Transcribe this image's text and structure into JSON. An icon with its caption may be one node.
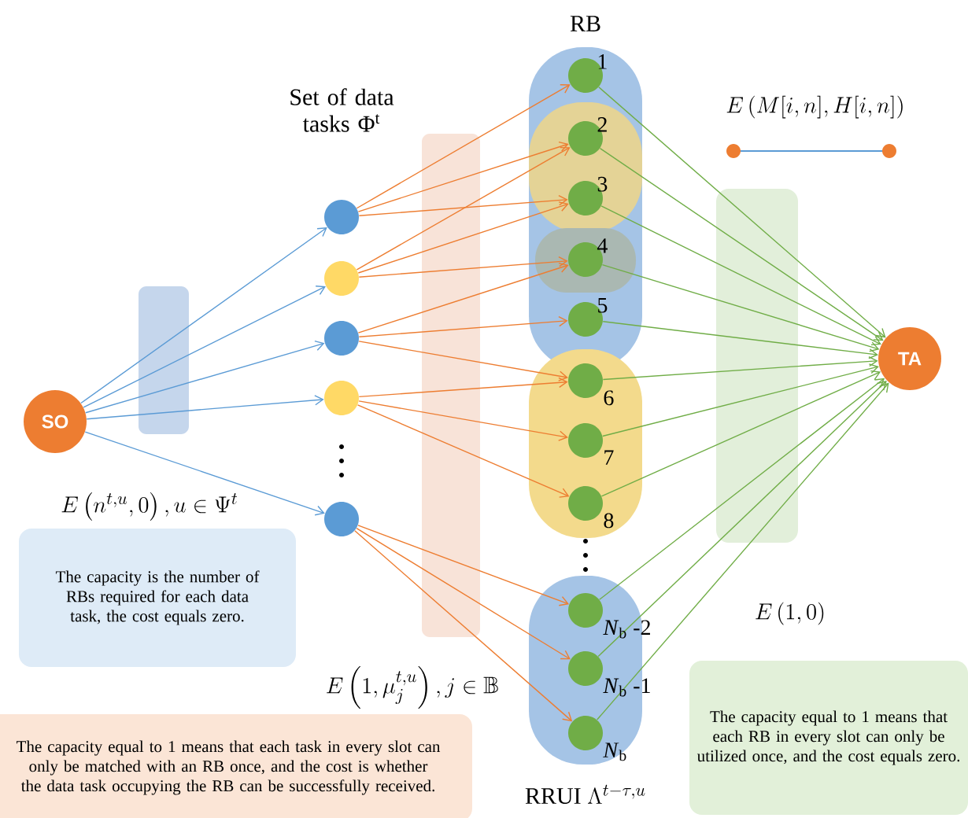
{
  "diagram": {
    "nodes": [
      {
        "text": [
          "SO"
        ]
      },
      {
        "text": [
          "TA"
        ]
      },
      {
        "text": [],
        "shape": "circle"
      },
      {
        "text": [],
        "shape": "circle"
      },
      {
        "text": [],
        "shape": "circle"
      },
      {
        "text": [],
        "shape": "circle"
      },
      {
        "text": [],
        "shape": "circle"
      },
      {
        "text": [],
        "shape": "circle",
        "beside": [
          "1"
        ]
      },
      {
        "text": [],
        "shape": "circle",
        "beside": [
          "2"
        ]
      },
      {
        "text": [],
        "shape": "circle",
        "beside": [
          "3"
        ]
      },
      {
        "text": [],
        "shape": "circle",
        "beside": [
          "4"
        ]
      },
      {
        "text": [],
        "shape": "circle",
        "beside": [
          "5"
        ]
      },
      {
        "text": [],
        "shape": "circle",
        "beside": [
          "6"
        ]
      },
      {
        "text": [],
        "shape": "circle",
        "beside": [
          "7"
        ]
      },
      {
        "text": [],
        "shape": "circle",
        "beside": [
          "8"
        ]
      },
      {
        "text": [],
        "shape": "circle",
        "beside": [
          "*N*$_{b}$ -2"
        ]
      },
      {
        "text": [],
        "shape": "circle",
        "beside": [
          "*N*$_{b}$ -1"
        ]
      },
      {
        "text": [],
        "shape": "circle",
        "beside": [
          "*N*$_{b}$"
        ]
      },
      {
        "text": [
          "The capacity is the number of RBs required for each data task, the cost equals zero."
        ]
      },
      {
        "text": [
          "The capacity equal to 1 means that each task in every slot can only be matched with an RB once, and the cost is whether the data task occupying the RB can be successfully received."
        ]
      },
      {
        "text": [
          "The capacity equal to 1 means that each RB in every slot can only be utilized once, and the cost equals zero."
        ]
      }
    ],
    "edges": [
      {
        "from": 0,
        "to": 2,
        "arrow": "to",
        "color": "#5b9bd5"
      },
      {
        "from": 0,
        "to": 3,
        "arrow": "to",
        "color": "#5b9bd5"
      },
      {
        "from": 0,
        "to": 4,
        "arrow": "to",
        "color": "#5b9bd5"
      },
      {
        "from": 0,
        "to": 5,
        "arrow": "to",
        "color": "#5b9bd5"
      },
      {
        "from": 0,
        "to": 6,
        "arrow": "to",
        "color": "#5b9bd5"
      },
      {
        "from": 2,
        "to": 7,
        "arrow": "to",
        "color": "#ed7d31"
      },
      {
        "from": 2,
        "to": 8,
        "arrow": "to",
        "color": "#ed7d31"
      },
      {
        "from": 2,
        "to": 9,
        "arrow": "to",
        "color": "#ed7d31"
      },
      {
        "from": 3,
        "to": 8,
        "arrow": "to",
        "color": "#ed7d31"
      },
      {
        "from": 3,
        "to": 9,
        "arrow": "to",
        "color": "#ed7d31"
      },
      {
        "from": 3,
        "to": 10,
        "arrow": "to",
        "color": "#ed7d31"
      },
      {
        "from": 4,
        "to": 10,
        "arrow": "to",
        "color": "#ed7d31"
      },
      {
        "from": 4,
        "to": 11,
        "arrow": "to",
        "color": "#ed7d31"
      },
      {
        "from": 4,
        "to": 12,
        "arrow": "to",
        "color": "#ed7d31"
      },
      {
        "from": 5,
        "to": 12,
        "arrow": "to",
        "color": "#ed7d31"
      },
      {
        "from": 5,
        "to": 13,
        "arrow": "to",
        "color": "#ed7d31"
      },
      {
        "from": 5,
        "to": 14,
        "arrow": "to",
        "color": "#ed7d31"
      },
      {
        "from": 6,
        "to": 15,
        "arrow": "to",
        "color": "#ed7d31"
      },
      {
        "from": 6,
        "to": 16,
        "arrow": "to",
        "color": "#ed7d31"
      },
      {
        "from": 6,
        "to": 17,
        "arrow": "to",
        "color": "#ed7d31"
      },
      {
        "from": 7,
        "to": 1,
        "arrow": "to",
        "color": "#70ad47"
      },
      {
        "from": 8,
        "to": 1,
        "arrow": "to",
        "color": "#70ad47"
      },
      {
        "from": 9,
        "to": 1,
        "arrow": "to",
        "color": "#70ad47"
      },
      {
        "from": 10,
        "to": 1,
        "arrow": "to",
        "color": "#70ad47"
      },
      {
        "from": 11,
        "to": 1,
        "arrow": "to",
        "color": "#70ad47"
      },
      {
        "from": 12,
        "to": 1,
        "arrow": "to",
        "color": "#70ad47"
      },
      {
        "from": 13,
        "to": 1,
        "arrow": "to",
        "color": "#70ad47"
      },
      {
        "from": 14,
        "to": 1,
        "arrow": "to",
        "color": "#70ad47"
      },
      {
        "from": 15,
        "to": 1,
        "arrow": "to",
        "color": "#70ad47"
      },
      {
        "from": 16,
        "to": 1,
        "arrow": "to",
        "color": "#70ad47"
      },
      {
        "from": 17,
        "to": 1,
        "arrow": "to",
        "color": "#70ad47"
      }
    ],
    "labels": [
      "RB",
      "Set of data tasks Φ$^{t}$",
      "E\\left(M[i,n],H[i,n]\\right)",
      "E\\left(n^{t,u},0\\right),u\\in\\Psi^{t}",
      "E\\left(1,\\mu_j^{t,u}\\right),j\\in\\mathbb{B}",
      "E\\left(1,0\\right)",
      "\\mathrm{RRUI}\\ \\Lambda^{t-\\tau,u}"
    ]
  }
}
